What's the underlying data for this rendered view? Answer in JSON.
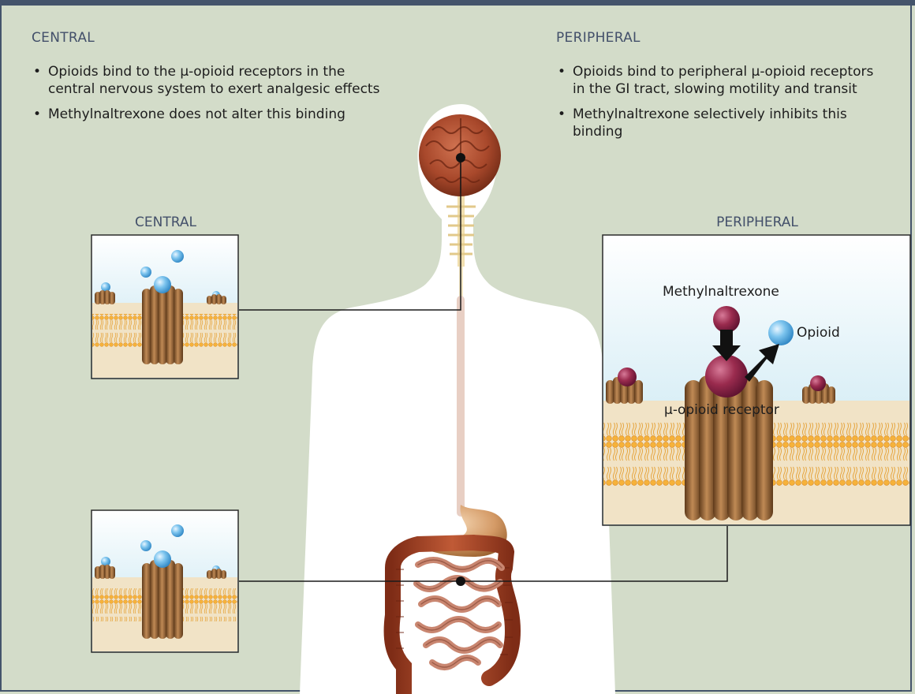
{
  "central": {
    "title": "CENTRAL",
    "bullets": [
      "Opioids bind to the μ-opioid receptors in the central nervous system to exert analgesic effects",
      "Methylnaltrexone does not alter this binding"
    ],
    "panel_title": "CENTRAL"
  },
  "peripheral": {
    "title": "PERIPHERAL",
    "bullets": [
      "Opioids bind to peripheral μ-opioid receptors in the GI tract, slowing motility and transit",
      "Methylnaltrexone selectively inhibits this binding"
    ],
    "panel_title": "PERIPHERAL",
    "labels": {
      "methylnaltrexone": "Methylnaltrexone",
      "opioid": "Opioid",
      "receptor": "μ-opioid receptor"
    }
  },
  "colors": {
    "background": "#d3dcc9",
    "header_bar": "#44546b",
    "title_text": "#43506a",
    "silhouette": "#ffffff",
    "opioid_blue": "#5ab0e6",
    "methylnaltrexone_red": "#9a2b4e",
    "receptor_brown": "#8a5a2e",
    "membrane_orange": "#f4a92a"
  }
}
